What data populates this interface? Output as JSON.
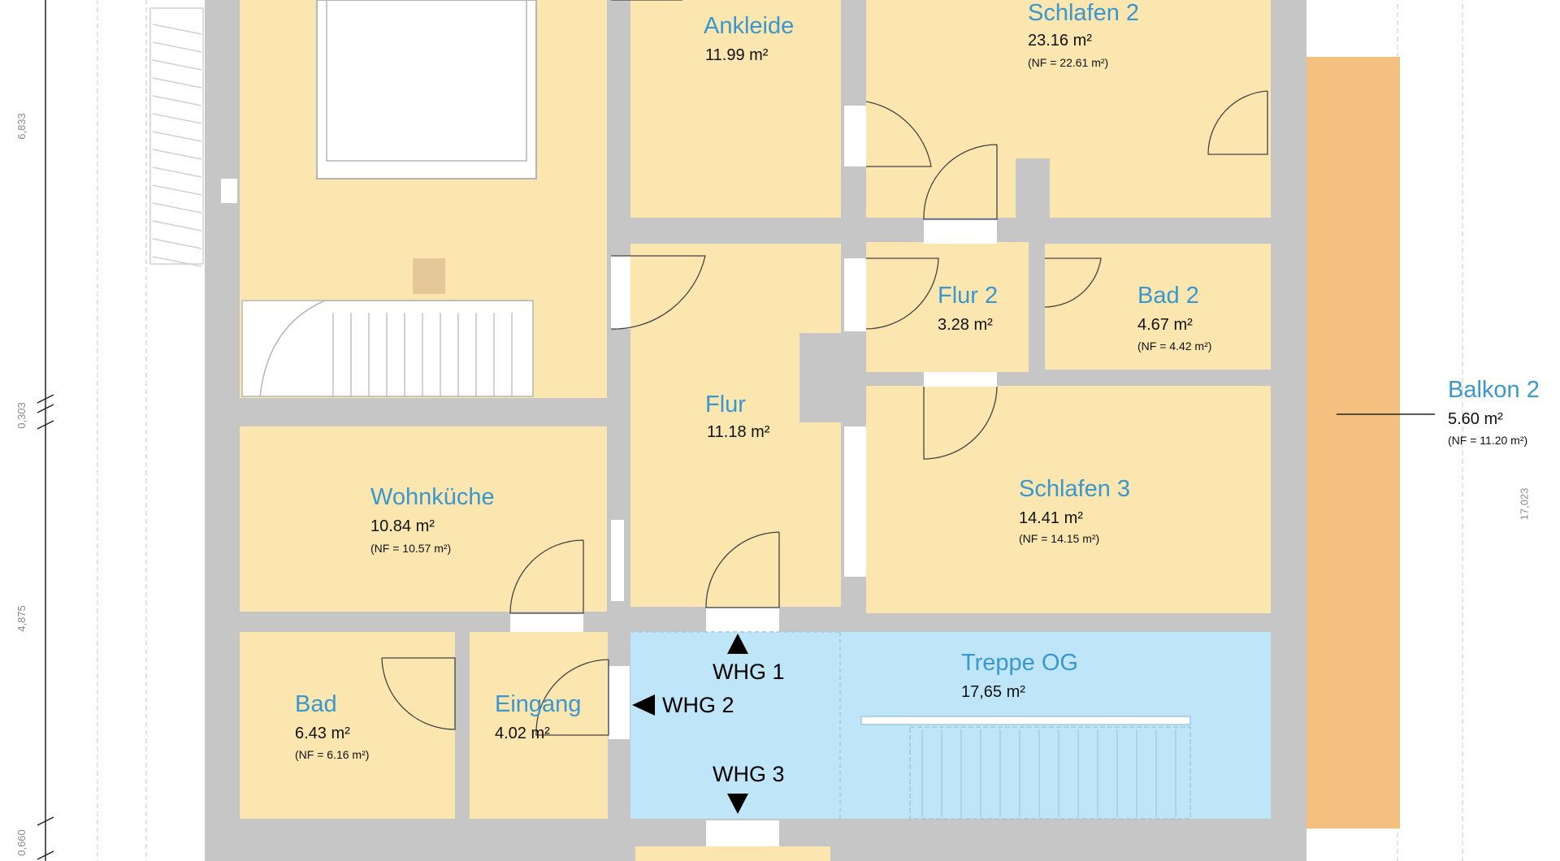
{
  "colors": {
    "room": "#fae6ae",
    "wall": "#c6c6c6",
    "stair": "#bfe6f8",
    "balcony": "#f3c07f",
    "room_label": "#3a97d0",
    "text": "#111111"
  },
  "rooms": {
    "ankleide": {
      "name": "Ankleide",
      "area": "11.99 m²"
    },
    "schlafen2": {
      "name": "Schlafen 2",
      "area": "23.16 m²",
      "nf": "(NF = 22.61 m²)"
    },
    "flur2": {
      "name": "Flur 2",
      "area": "3.28 m²"
    },
    "bad2": {
      "name": "Bad 2",
      "area": "4.67 m²",
      "nf": "(NF = 4.42 m²)"
    },
    "balkon2": {
      "name": "Balkon 2",
      "area": "5.60 m²",
      "nf": "(NF = 11.20 m²)"
    },
    "flur": {
      "name": "Flur",
      "area": "11.18 m²"
    },
    "wohnkueche": {
      "name": "Wohnküche",
      "area": "10.84 m²",
      "nf": "(NF = 10.57 m²)"
    },
    "schlafen3": {
      "name": "Schlafen 3",
      "area": "14.41 m²",
      "nf": "(NF = 14.15 m²)"
    },
    "treppe": {
      "name": "Treppe OG",
      "area": "17,65 m²"
    },
    "bad": {
      "name": "Bad",
      "area": "6.43 m²",
      "nf": "(NF = 6.16 m²)"
    },
    "eingang": {
      "name": "Eingang",
      "area": "4.02 m²"
    }
  },
  "markers": {
    "whg1": "WHG 1",
    "whg2": "WHG 2",
    "whg3": "WHG 3"
  },
  "dimensions": {
    "d1": "6,833",
    "d2": "0,303",
    "d3": "4,875",
    "d4": "0,660",
    "d5": "17,023"
  }
}
